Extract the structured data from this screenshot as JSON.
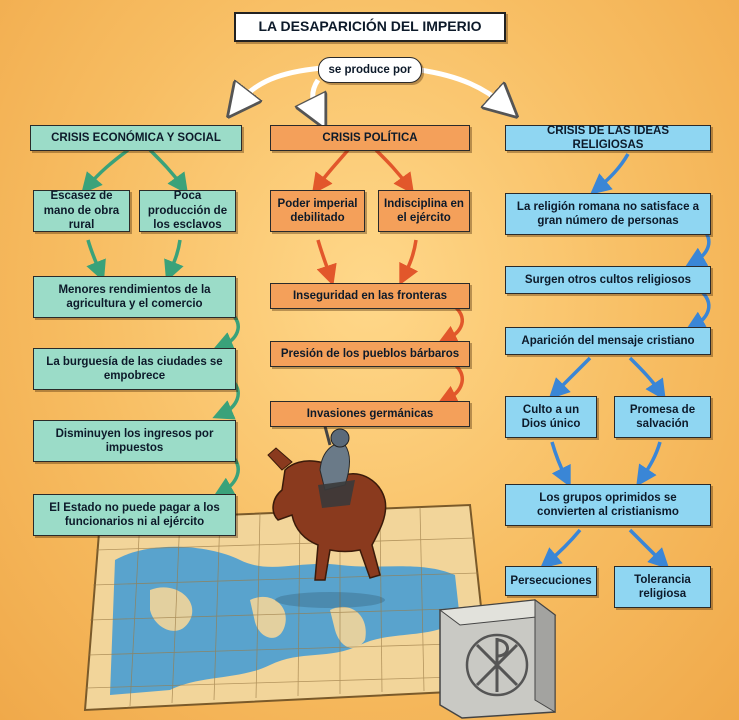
{
  "title": "LA DESAPARICIÓN DEL IMPERIO",
  "connector": "se produce por",
  "columns": {
    "economic": {
      "header": "CRISIS ECONÓMICA Y SOCIAL",
      "causes": [
        "Escasez de mano de obra rural",
        "Poca producción de los esclavos"
      ],
      "chain": [
        "Menores rendimientos de la agricultura y el comercio",
        "La burguesía de las ciudades se empobrece",
        "Disminuyen los ingresos por impuestos",
        "El Estado no puede pagar a los funcionarios ni al ejército"
      ]
    },
    "political": {
      "header": "CRISIS POLÍTICA",
      "causes": [
        "Poder imperial debilitado",
        "Indisciplina en el ejército"
      ],
      "chain": [
        "Inseguridad en las fronteras",
        "Presión de los pueblos bárbaros",
        "Invasiones germánicas"
      ]
    },
    "religious": {
      "header": "CRISIS DE LAS IDEAS RELIGIOSAS",
      "chain": [
        "La religión romana no satisface a gran número de personas",
        "Surgen otros cultos religiosos",
        "Aparición del mensaje cristiano"
      ],
      "branches": [
        "Culto a un Dios único",
        "Promesa de salvación"
      ],
      "result": "Los grupos oprimidos se convierten al cristianismo",
      "outcomes": [
        "Persecuciones",
        "Tolerancia religiosa"
      ]
    }
  },
  "colors": {
    "background": "#f7bd62",
    "economic": "#9bdcc8",
    "political": "#f4a05a",
    "religious": "#8fd6f2",
    "arrow_green": "#3aa27a",
    "arrow_red": "#e2572b",
    "arrow_blue": "#3a86d6"
  },
  "illustrations": [
    "map-of-europe",
    "horse-rider",
    "chi-rho-stone"
  ]
}
